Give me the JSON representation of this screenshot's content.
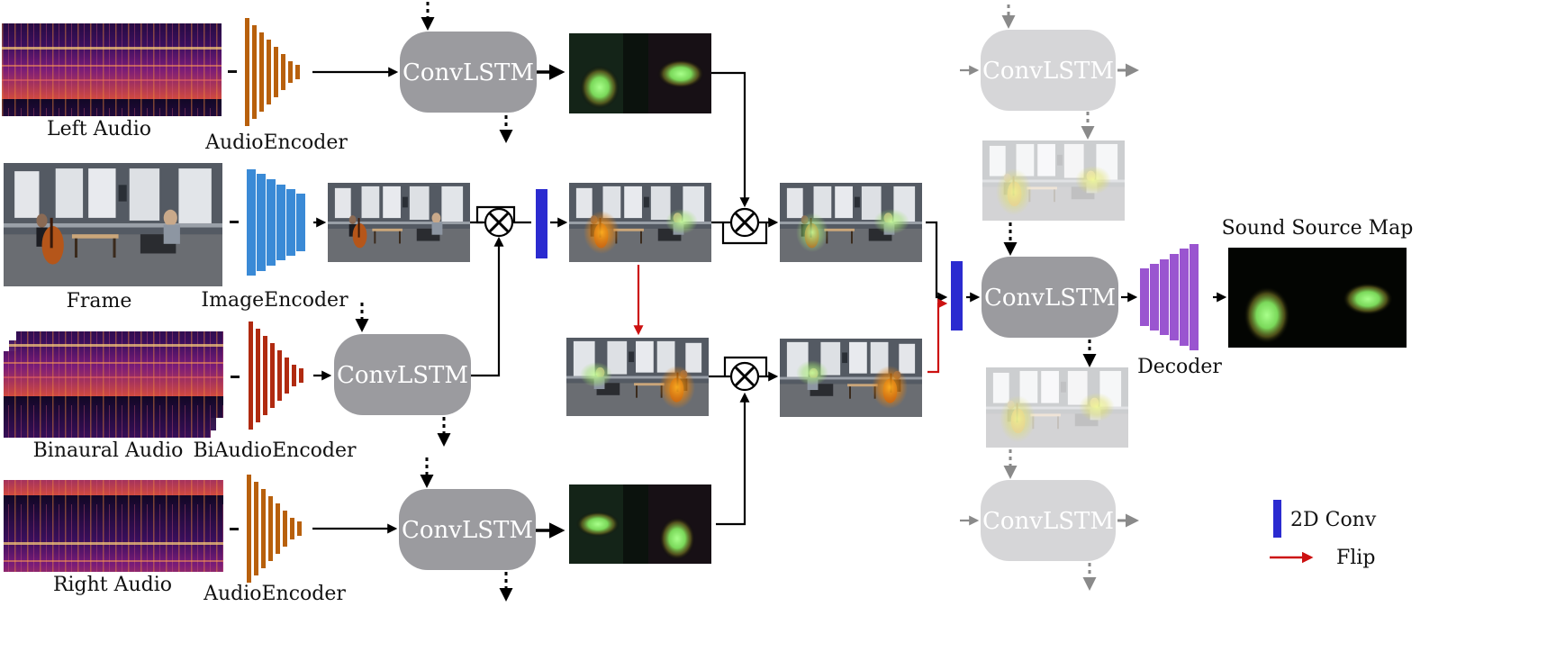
{
  "labels": {
    "left_audio": "Left Audio",
    "frame": "Frame",
    "binaural_audio": "Binaural Audio",
    "right_audio": "Right Audio",
    "audio_encoder_top": "AudioEncoder",
    "image_encoder": "ImageEncoder",
    "bi_audio_encoder": "BiAudioEncoder",
    "audio_encoder_bottom": "AudioEncoder",
    "decoder": "Decoder",
    "sound_source_map": "Sound Source Map"
  },
  "convlstm": {
    "top": "ConvLSTM",
    "binaural": "ConvLSTM",
    "bottom": "ConvLSTM",
    "right_top": "ConvLSTM",
    "right_mid": "ConvLSTM",
    "right_bottom": "ConvLSTM"
  },
  "legend": {
    "conv2d": "2D Conv",
    "flip": "Flip"
  },
  "colors": {
    "audio_encoder": "#b8600c",
    "image_encoder": "#3a8ad6",
    "bi_audio_encoder": "#b02a10",
    "decoder": "#9a55d0",
    "conv2d": "#2b2bd0",
    "flip_arrow": "#cc1111",
    "convlstm_dark": "#9b9b9f",
    "convlstm_light": "#d6d6d8",
    "heat_glow": "#8ef07a"
  }
}
